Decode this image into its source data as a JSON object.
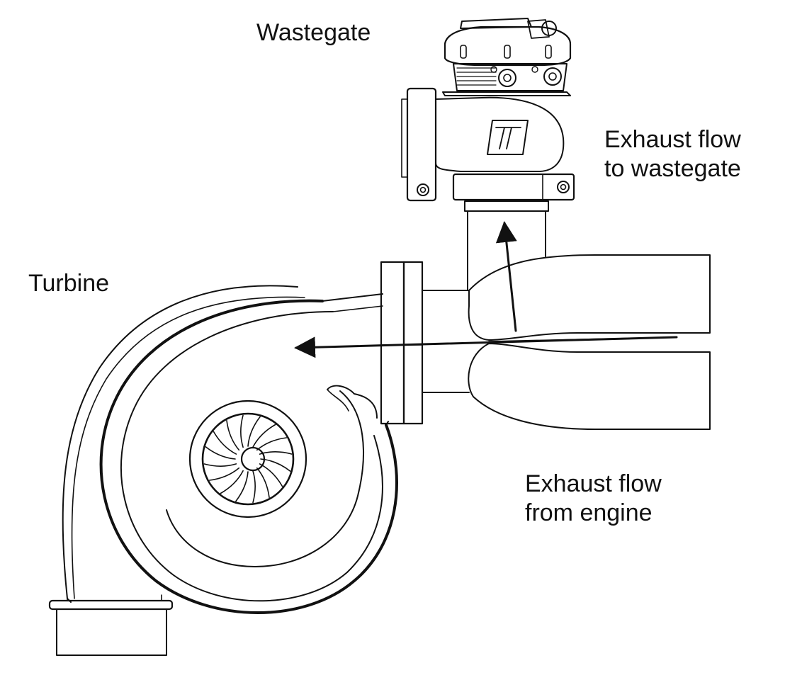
{
  "labels": {
    "wastegate": "Wastegate",
    "turbine": "Turbine",
    "flow_to_wastegate": [
      "Exhaust flow",
      "to wastegate"
    ],
    "flow_from_engine": [
      "Exhaust flow",
      "from engine"
    ]
  },
  "colors": {
    "line": "#111111",
    "background": "#ffffff"
  }
}
